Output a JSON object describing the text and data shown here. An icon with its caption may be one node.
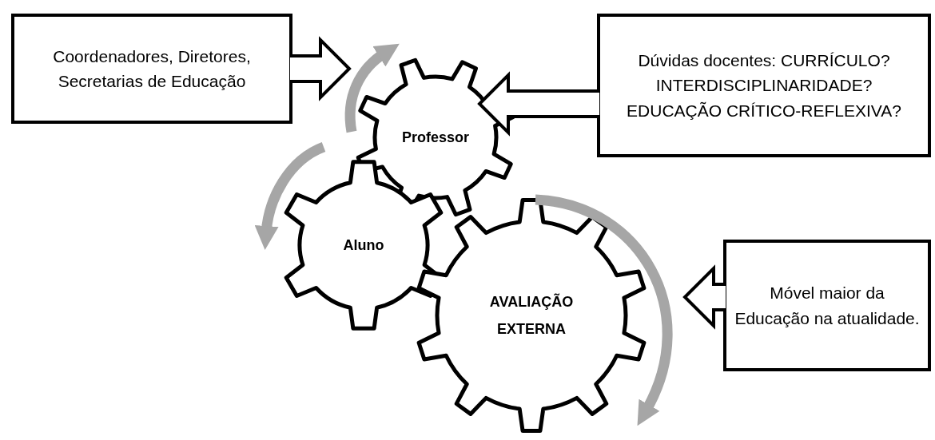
{
  "diagram": {
    "nodes": [
      {
        "text": [
          "Coordenadores, Diretores, Secretarias de Educação"
        ]
      },
      {
        "text": [
          "Professor"
        ]
      },
      {
        "text": [
          "Dúvidas docentes: CURRÍCULO? INTERDISCIPLINARIDADE? EDUCAÇÃO CRÍTICO-REFLEXIVA?"
        ]
      },
      {
        "text": [
          "Aluno"
        ]
      },
      {
        "text": [
          "AVALIAÇÃO EXTERNA"
        ]
      },
      {
        "text": [
          "Móvel maior da Educação na atualidade."
        ]
      }
    ],
    "edges": [
      {
        "from": 0,
        "to": 1,
        "arrow": "to"
      },
      {
        "from": 2,
        "to": 1,
        "arrow": "to"
      },
      {
        "from": 5,
        "to": 4,
        "arrow": "to"
      }
    ]
  }
}
